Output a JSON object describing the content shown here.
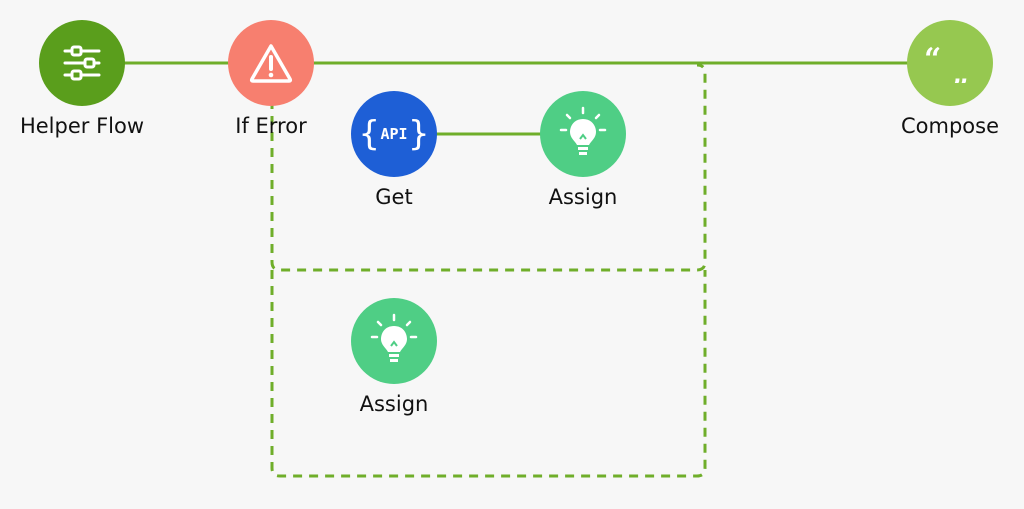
{
  "colors": {
    "line": "#6fae2a",
    "helper_flow": "#5a9e1c",
    "if_error": "#f77f6f",
    "get": "#1e5fd6",
    "assign": "#4fce85",
    "compose": "#96c850"
  },
  "nodes": {
    "helper_flow": {
      "label": "Helper Flow",
      "icon": "sliders-icon"
    },
    "if_error": {
      "label": "If Error",
      "icon": "warning-triangle-icon"
    },
    "get": {
      "label": "Get",
      "icon": "api-braces-icon",
      "icon_text": "API"
    },
    "assign_try": {
      "label": "Assign",
      "icon": "lightbulb-icon"
    },
    "assign_catch": {
      "label": "Assign",
      "icon": "lightbulb-icon"
    },
    "compose": {
      "label": "Compose",
      "icon": "quote-icon"
    }
  }
}
